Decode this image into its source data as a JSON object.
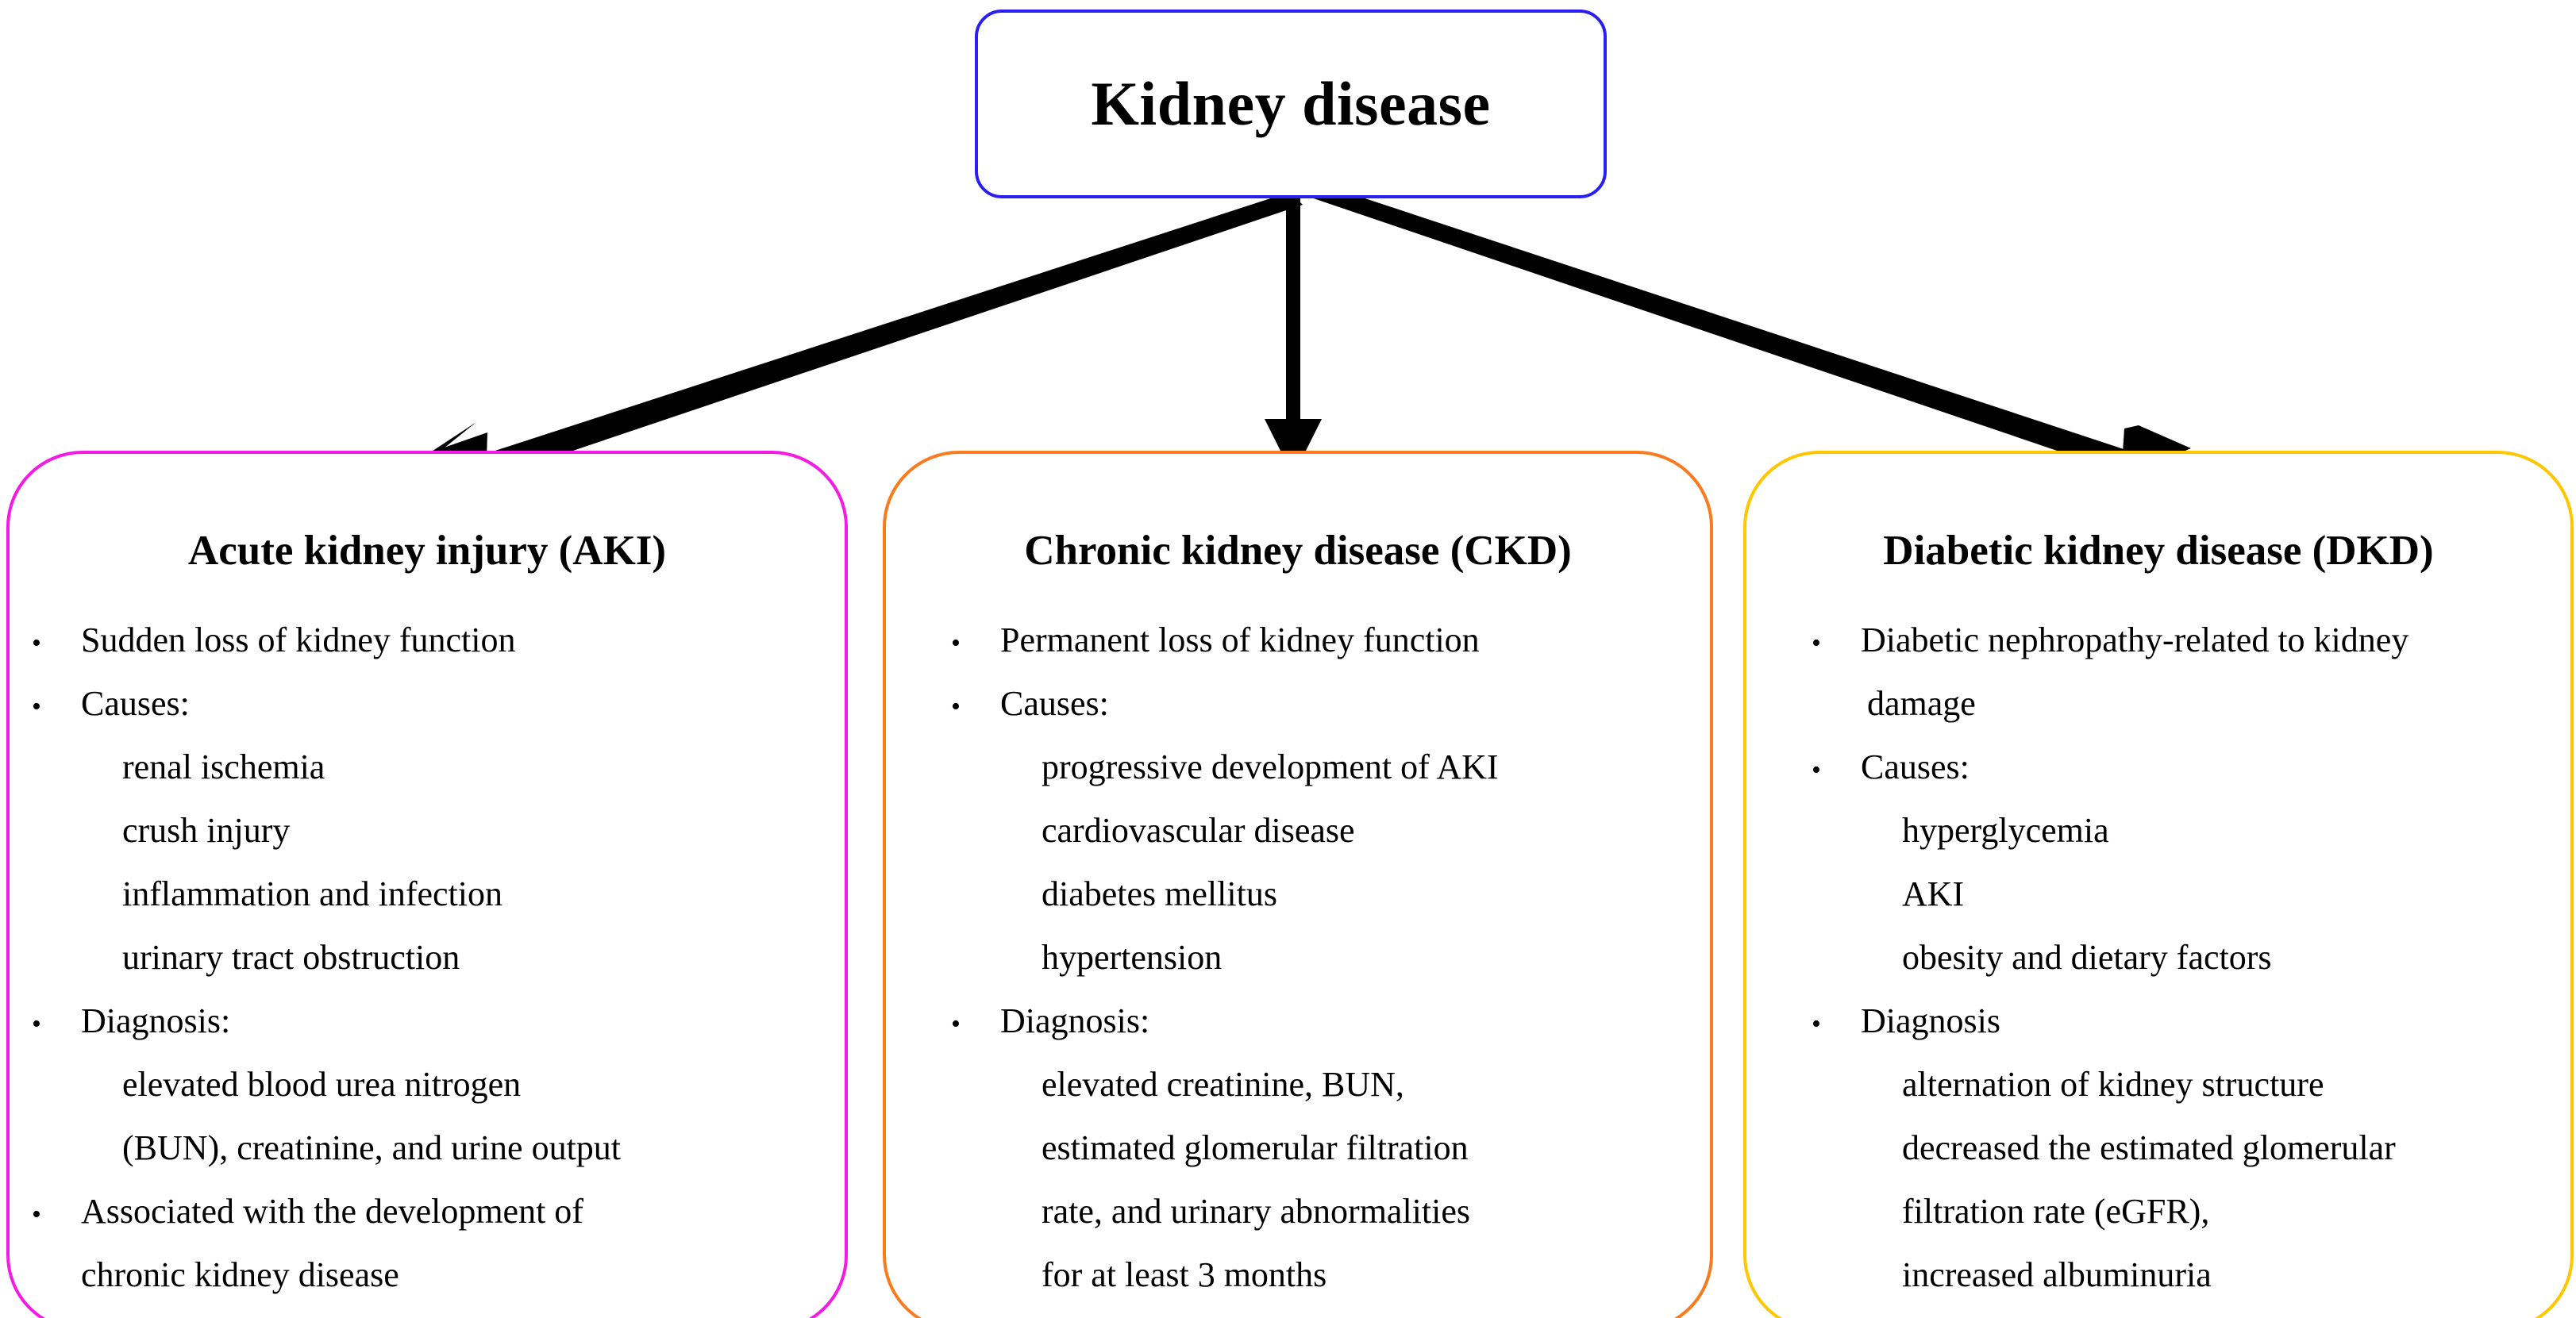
{
  "diagram": {
    "title": "Kidney disease",
    "root": {
      "label": "Kidney disease",
      "border_color": "#2A1EF0"
    },
    "arrows": [
      {
        "name": "arrow-to-aki",
        "target": "Acute kidney injury (AKI)",
        "direction": "down-left",
        "color": "#000000"
      },
      {
        "name": "arrow-to-ckd",
        "target": "Chronic kidney disease (CKD)",
        "direction": "down",
        "color": "#000000"
      },
      {
        "name": "arrow-to-dkd",
        "target": "Diabetic kidney disease (DKD)",
        "direction": "down-right",
        "color": "#000000"
      }
    ],
    "branches": [
      {
        "id": "aki",
        "title": "Acute kidney injury (AKI)",
        "border_color": "#F41BE4",
        "lines": [
          {
            "kind": "bullet",
            "text": "Sudden loss of kidney function"
          },
          {
            "kind": "bullet",
            "text": "Causes:"
          },
          {
            "kind": "sub",
            "text": "renal ischemia"
          },
          {
            "kind": "sub",
            "text": "crush injury"
          },
          {
            "kind": "sub",
            "text": "inflammation and infection"
          },
          {
            "kind": "sub",
            "text": "urinary tract obstruction"
          },
          {
            "kind": "bullet",
            "text": "Diagnosis:"
          },
          {
            "kind": "sub",
            "text": "elevated blood urea nitrogen"
          },
          {
            "kind": "sub",
            "text": "(BUN), creatinine, and urine output"
          },
          {
            "kind": "bullet",
            "text": "Associated with the development of"
          },
          {
            "kind": "wrap",
            "text": "chronic kidney disease"
          }
        ]
      },
      {
        "id": "ckd",
        "title": "Chronic kidney disease (CKD)",
        "border_color": "#FA7A1E",
        "lines": [
          {
            "kind": "bullet",
            "text": "Permanent loss of kidney function"
          },
          {
            "kind": "bullet",
            "text": "Causes:"
          },
          {
            "kind": "sub",
            "text": "progressive development of AKI"
          },
          {
            "kind": "sub",
            "text": "cardiovascular disease"
          },
          {
            "kind": "sub",
            "text": "diabetes mellitus"
          },
          {
            "kind": "sub",
            "text": "hypertension"
          },
          {
            "kind": "bullet",
            "text": "Diagnosis:"
          },
          {
            "kind": "sub",
            "text": "elevated creatinine, BUN,"
          },
          {
            "kind": "sub",
            "text": "estimated glomerular filtration"
          },
          {
            "kind": "sub",
            "text": "rate, and urinary abnormalities"
          },
          {
            "kind": "sub",
            "text": "for at least 3 months"
          }
        ]
      },
      {
        "id": "dkd",
        "title": "Diabetic kidney disease (DKD)",
        "border_color": "#FFC700",
        "lines": [
          {
            "kind": "bullet",
            "text": "Diabetic nephropathy-related to kidney"
          },
          {
            "kind": "cont",
            "text": "damage"
          },
          {
            "kind": "bullet",
            "text": "Causes:"
          },
          {
            "kind": "sub",
            "text": "hyperglycemia"
          },
          {
            "kind": "sub",
            "text": "AKI"
          },
          {
            "kind": "sub",
            "text": "obesity and dietary factors"
          },
          {
            "kind": "bullet",
            "text": "Diagnosis"
          },
          {
            "kind": "sub",
            "text": "alternation of kidney structure"
          },
          {
            "kind": "sub",
            "text": "decreased the estimated glomerular"
          },
          {
            "kind": "sub",
            "text": "filtration rate (eGFR),"
          },
          {
            "kind": "sub",
            "text": "increased albuminuria"
          }
        ]
      }
    ],
    "bullet_glyph": "•"
  }
}
